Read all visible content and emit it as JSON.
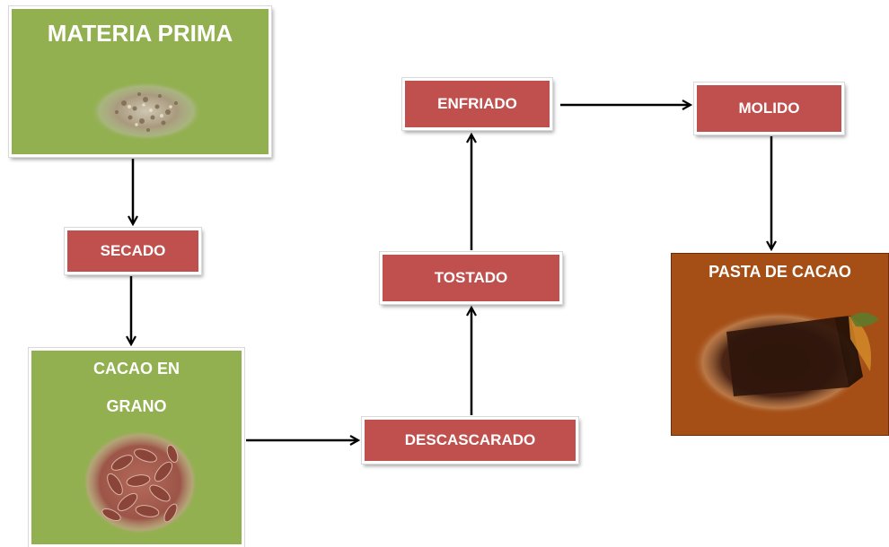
{
  "nodes": {
    "materia_prima": "MATERIA PRIMA",
    "secado": "SECADO",
    "cacao_grano_line1": "CACAO EN",
    "cacao_grano_line2": "GRANO",
    "descascarado": "DESCASCARADO",
    "tostado": "TOSTADO",
    "enfriado": "ENFRIADO",
    "molido": "MOLIDO",
    "pasta_de_cacao": "PASTA DE CACAO"
  },
  "colors": {
    "step_fill": "#c0504d",
    "green_fill": "#92b050",
    "brown_fill": "#a54f17",
    "arrow": "#000000"
  },
  "icons": {
    "materia_prima": "raw-cacao-nibs-image",
    "cacao_grano": "cacao-beans-image",
    "pasta_de_cacao": "cacao-paste-block-image"
  }
}
